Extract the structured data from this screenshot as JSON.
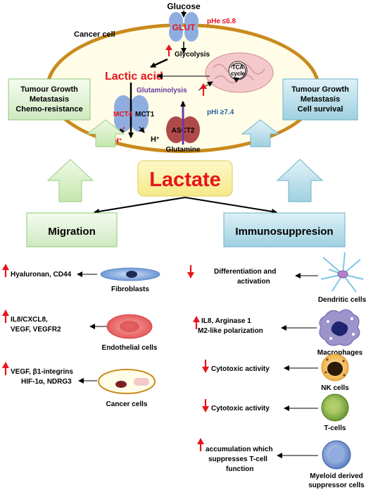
{
  "top": {
    "glucose": "Glucose",
    "glut": "GLUT",
    "phe": "pHe ≤6.8",
    "cancer_cell": "Cancer cell",
    "glycolysis": "Glycolysis",
    "lactic_acid": "Lactic acid",
    "tca_line1": "TCA",
    "tca_line2": "cycle",
    "glutaminolysis": "Glutaminolysis",
    "mct4": "MCT4",
    "mct1": "MCT1",
    "h_plus_left": "H",
    "h_plus_right": "H",
    "asct2": "ASCT2",
    "phi": "pHi ≥7.4",
    "glutamine": "Glutamine"
  },
  "side_boxes": {
    "left": [
      "Tumour Growth",
      "Metastasis",
      "Chemo-resistance"
    ],
    "right": [
      "Tumour Growth",
      "Metastasis",
      "Cell survival"
    ]
  },
  "center": {
    "lactate": "Lactate",
    "migration": "Migration",
    "immunosuppression": "Immunosuppresion"
  },
  "migration_rows": [
    {
      "effect_lines": [
        "Hyaluronan, CD44"
      ],
      "cell": "Fibroblasts"
    },
    {
      "effect_lines": [
        "IL8/CXCL8,",
        "VEGF, VEGFR2"
      ],
      "cell": "Endothelial cells"
    },
    {
      "effect_lines": [
        "VEGF, β1-integrins",
        "HIF-1α, NDRG3"
      ],
      "cell": "Cancer cells"
    }
  ],
  "immune_rows": [
    {
      "direction": "down",
      "effect_lines": [
        "Differentiation and",
        "activation"
      ],
      "cell_lines": [
        "Dendritic cells"
      ]
    },
    {
      "direction": "up",
      "effect_lines": [
        "IL8,  Arginase 1",
        "M2-like polarization"
      ],
      "cell_lines": [
        "Macrophages"
      ]
    },
    {
      "direction": "down",
      "effect_lines": [
        "Cytotoxic activity"
      ],
      "cell_lines": [
        "NK cells"
      ]
    },
    {
      "direction": "down",
      "effect_lines": [
        "Cytotoxic activity"
      ],
      "cell_lines": [
        "T-cells"
      ]
    },
    {
      "direction": "up",
      "effect_lines": [
        "accumulation which",
        "suppresses T-cell",
        "function"
      ],
      "cell_lines": [
        "Myeloid derived",
        "suppressor cells"
      ]
    }
  ],
  "colors": {
    "red": "#e8141c",
    "cell_fill": "#fffde8",
    "cell_border": "#c98a1c",
    "mito": "#f3c9cc",
    "transporter": "#8eaee0",
    "asct2": "#b04a4a",
    "left_box": "#e2f5d9",
    "right_box": "#c3e5f0",
    "lactate_box": "#fbf3a8"
  }
}
